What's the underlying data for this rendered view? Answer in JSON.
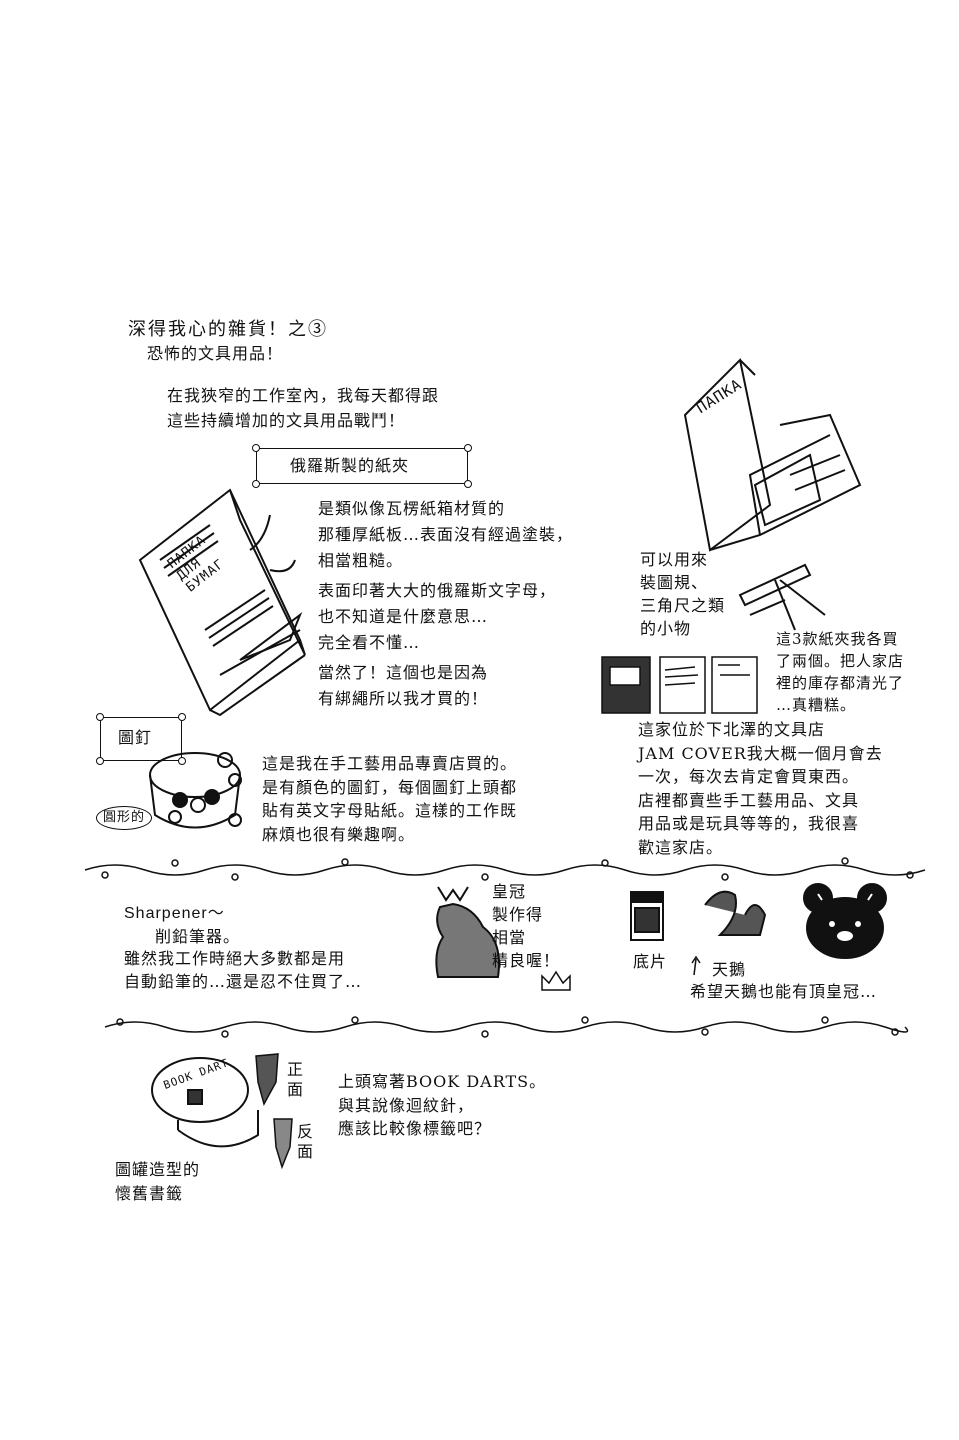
{
  "header": {
    "title": "深得我心的雜貨！之③",
    "subtitle": "恐怖的文具用品！"
  },
  "intro": "在我狹窄的工作室內，我每天都得跟\n這些持續增加的文具用品戰鬥！",
  "folder_section": {
    "heading": "俄羅斯製的紙夾",
    "para1": "是類似像瓦楞紙箱材質的\n那種厚紙板…表面沒有經過塗裝，\n相當粗糙。",
    "para2": "表面印著大大的俄羅斯文字母，\n也不知道是什麼意思…\n完全看不懂…",
    "para3": "當然了！這個也是因為\n有綁繩所以我才買的！",
    "folder_label": "ПАПКА\nДЛЯ\nБУМАГ",
    "right_folder_label": "ПАПКА",
    "can_use": "可以用來\n裝圖規、\n三角尺之類\n的小物",
    "bought_two": "這3款紙夾我各買\n了兩個。把人家店\n裡的庫存都清光了\n…真糟糕。"
  },
  "shop_text": "這家位於下北澤的文具店\nJAM COVER我大概一個月會去\n一次，每次去肯定會買東西。\n店裡都賣些手工藝用品、文具\n用品或是玩具等等的，我很喜\n歡這家店。",
  "pin_section": {
    "heading": "圖釘",
    "round_label": "圓形的",
    "text": "這是我在手工藝用品專賣店買的。\n是有顏色的圖釘，每個圖釘上頭都\n貼有英文字母貼紙。這樣的工作既\n麻煩也很有樂趣啊。"
  },
  "sharpener_section": {
    "title": "Sharpener～",
    "subtitle": "削鉛筆器。",
    "text": "雖然我工作時絕大多數都是用\n自動鉛筆的…還是忍不住買了…",
    "crown_text": "皇冠\n製作得\n相當\n精良喔！",
    "base_label": "底片",
    "swan_label": "天鵝",
    "swan_wish": "希望天鵝也能有頂皇冠…"
  },
  "bookdarts_section": {
    "front": "正\n面",
    "back": "反\n面",
    "text": "上頭寫著BOOK DARTS。\n與其說像迴紋針，\n應該比較像標籤吧？",
    "caption": "圖罐造型的\n懷舊書籤",
    "tin_label": "BOOK DART"
  }
}
